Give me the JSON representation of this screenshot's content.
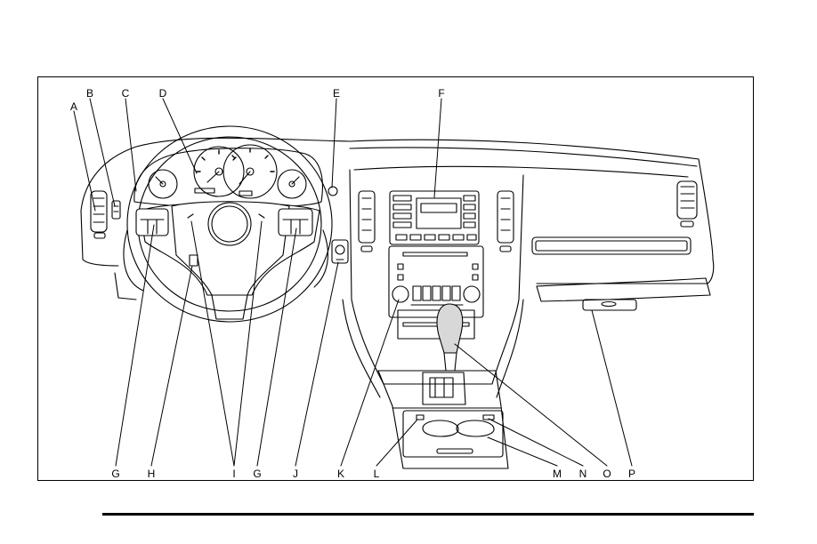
{
  "figure": {
    "top_labels": [
      "A",
      "B",
      "C",
      "D",
      "E",
      "F"
    ],
    "bottom_labels": [
      "G",
      "H",
      "I",
      "G",
      "J",
      "K",
      "L",
      "M",
      "N",
      "O",
      "P"
    ]
  },
  "colors": {
    "ink": "#000000",
    "background": "#ffffff",
    "shade": "#d8d8d8"
  }
}
